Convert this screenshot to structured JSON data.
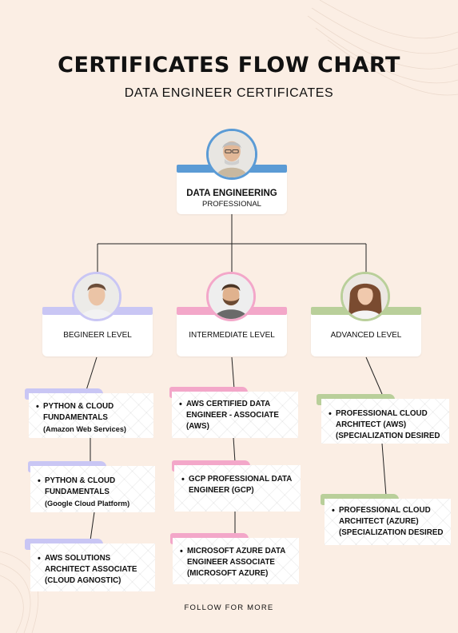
{
  "header": {
    "title": "CERTIFICATES FLOW CHART",
    "subtitle": "DATA ENGINEER CERTIFICATES"
  },
  "root": {
    "line1": "DATA  ENGINEERING",
    "line2": "PROFESSIONAL",
    "color": "#5b9bd5"
  },
  "levels": [
    {
      "label": "BEGINEER LEVEL",
      "color": "#c9c6f4"
    },
    {
      "label": "INTERMEDIATE LEVEL",
      "color": "#f3a7c9"
    },
    {
      "label": "ADVANCED LEVEL",
      "color": "#b9cf9a"
    }
  ],
  "beginner_certs": [
    {
      "lines": [
        "PYTHON & CLOUD",
        "FUNDAMENTALS",
        "(Amazon Web Services)"
      ]
    },
    {
      "lines": [
        "PYTHON & CLOUD",
        "FUNDAMENTALS",
        "(Google Cloud Platform)"
      ]
    },
    {
      "lines": [
        "AWS SOLUTIONS",
        "ARCHITECT ASSOCIATE",
        "(CLOUD AGNOSTIC)"
      ]
    }
  ],
  "intermediate_certs": [
    {
      "lines": [
        "AWS CERTIFIED DATA",
        "ENGINEER - ASSOCIATE",
        "(AWS)"
      ]
    },
    {
      "lines": [
        "GCP PROFESSIONAL DATA",
        "ENGINEER (GCP)"
      ]
    },
    {
      "lines": [
        "MICROSOFT AZURE DATA",
        "ENGINEER ASSOCIATE",
        "(MICROSOFT AZURE)"
      ]
    }
  ],
  "advanced_certs": [
    {
      "lines": [
        "PROFESSIONAL CLOUD",
        "ARCHITECT (AWS)",
        "(SPECIALIZATION DESIRED"
      ]
    },
    {
      "lines": [
        "PROFESSIONAL CLOUD",
        "ARCHITECT (AZURE)",
        "(SPECIALIZATION DESIRED"
      ]
    }
  ],
  "footer": {
    "text": "FOLLOW FOR MORE"
  }
}
